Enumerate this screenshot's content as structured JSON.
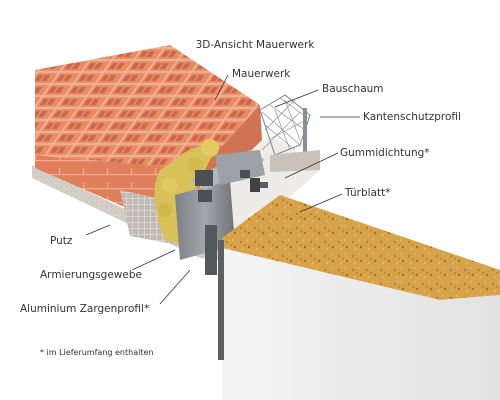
{
  "diagram": {
    "title": "3D-Ansicht Mauerwerk",
    "labels": {
      "mauerwerk": "Mauerwerk",
      "bauschaum": "Bauschaum",
      "kantenschutz": "Kantenschutzprofil",
      "gummidichtung": "Gummidichtung*",
      "tuerblatt": "Türblatt*",
      "putz": "Putz",
      "armierung": "Armierungsgewebe",
      "zargenprofil": "Aluminium Zargenprofil*"
    },
    "footnote": "* im Lieferumfang enthalten",
    "colors": {
      "brick": "#e98d68",
      "brick_dark": "#c9694a",
      "mortar": "#f3b79c",
      "plaster": "#d8d3cb",
      "foam": "#d9c15a",
      "aluminium": "#8f9397",
      "chipboard": "#d4a44c",
      "door_face": "#ececec"
    }
  }
}
